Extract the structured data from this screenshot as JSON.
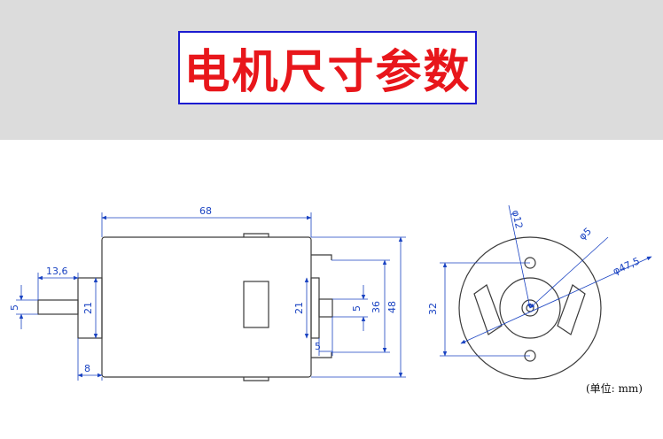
{
  "header": {
    "title": "电机尺寸参数",
    "title_color": "#e8161b",
    "frame_color": "#1b1bd0"
  },
  "side_view": {
    "length_label": "68",
    "shaft_length_label": "13,6",
    "shaft_dia_label": "5",
    "front_boss_dia_label": "21",
    "front_boss_len_label": "8",
    "rear_boss_dia_label": "21",
    "rear_shaft_dia_label": "5",
    "rear_shaft_len_label": "5",
    "terminal_span_label": "36",
    "body_dia_label": "48"
  },
  "end_view": {
    "hole_spacing_label": "32",
    "boss_dia_label": "φ12",
    "shaft_dia_label": "φ5",
    "body_dia_label": "φ47,5"
  },
  "unit_note": "(单位: mm)",
  "colors": {
    "line": "#3a3a3a",
    "dimension": "#1a43c2",
    "banner": "#dcdcdc"
  }
}
